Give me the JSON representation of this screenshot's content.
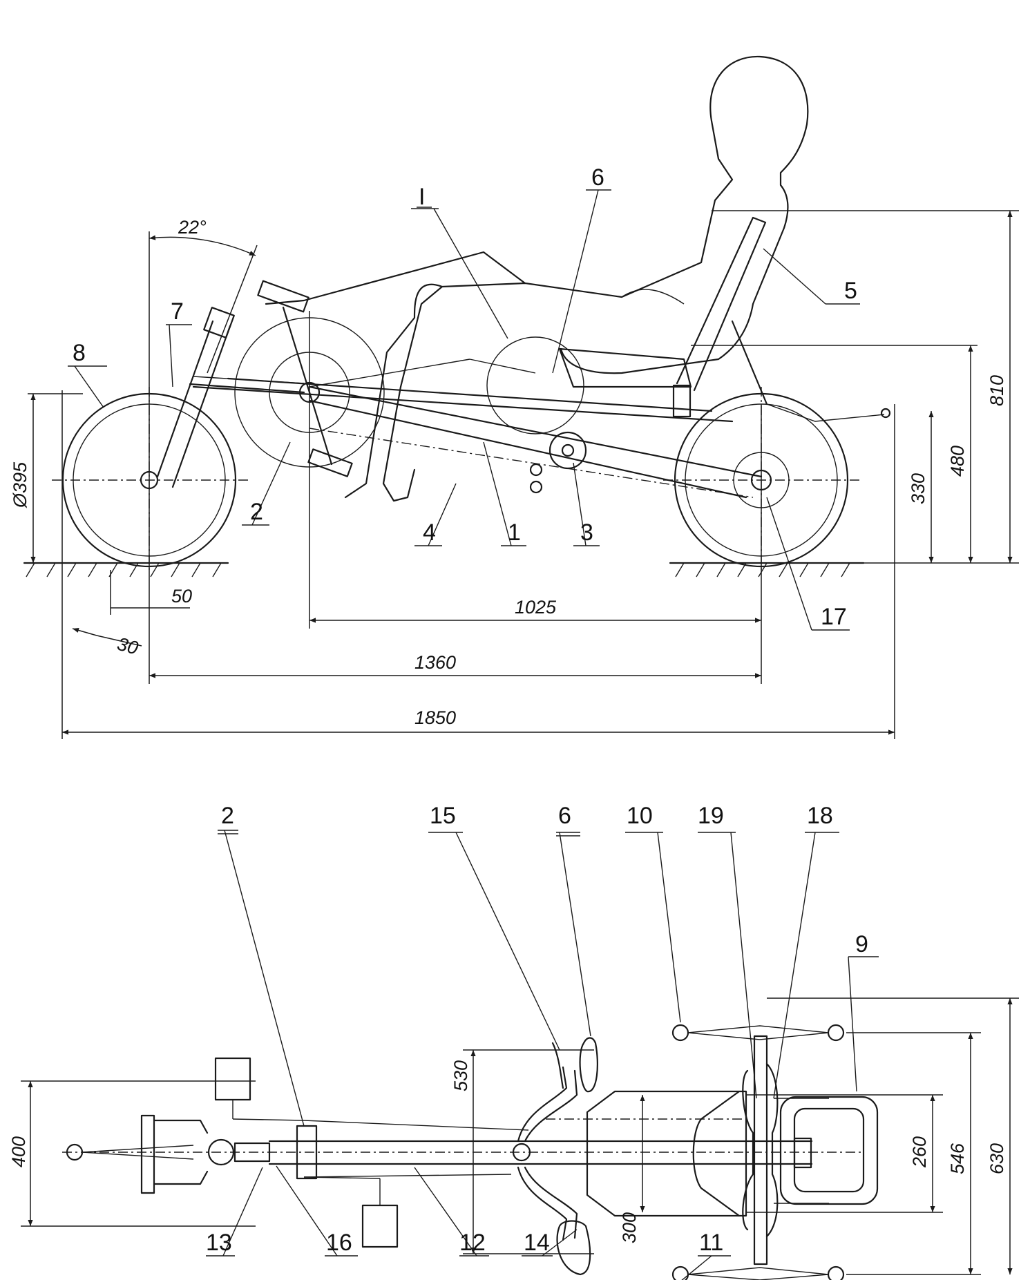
{
  "side_view": {
    "callouts": {
      "roman_I": "I",
      "n1": "1",
      "n2": "2",
      "n3": "3",
      "n4": "4",
      "n5": "5",
      "n6": "6",
      "n7": "7",
      "n8": "8",
      "n17": "17"
    },
    "dimensions": {
      "angle": "22°",
      "wheel_diameter": "Ø395",
      "offset_50": "50",
      "offset_30": "30",
      "d330": "330",
      "d480": "480",
      "d810": "810",
      "d1025": "1025",
      "d1360": "1360",
      "d1850": "1850"
    }
  },
  "top_view": {
    "callouts": {
      "n2": "2",
      "n6": "6",
      "n9": "9",
      "n10": "10",
      "n11": "11",
      "n12": "12",
      "n13": "13",
      "n14": "14",
      "n15": "15",
      "n16": "16",
      "n18": "18",
      "n19": "19"
    },
    "dimensions": {
      "d400": "400",
      "d530": "530",
      "d300": "300",
      "d260": "260",
      "d546": "546",
      "d630": "630"
    }
  }
}
